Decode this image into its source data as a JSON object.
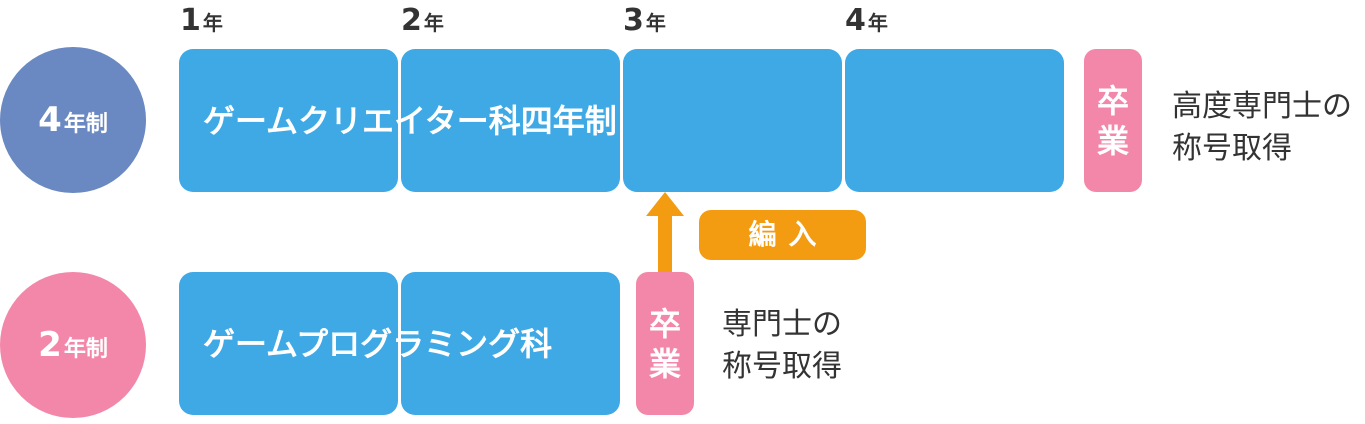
{
  "years": [
    {
      "num": "1",
      "kanji": "年"
    },
    {
      "num": "2",
      "kanji": "年"
    },
    {
      "num": "3",
      "kanji": "年"
    },
    {
      "num": "4",
      "kanji": "年"
    }
  ],
  "four_year": {
    "badge_num": "4",
    "badge_kanji": "年制",
    "course": "ゲームクリエイター科四年制",
    "grad_top": "卒",
    "grad_bottom": "業",
    "qualification_line1": "高度専門士の",
    "qualification_line2": "称号取得"
  },
  "two_year": {
    "badge_num": "2",
    "badge_kanji": "年制",
    "course": "ゲームプログラミング科",
    "grad_top": "卒",
    "grad_bottom": "業",
    "qualification_line1": "専門士の",
    "qualification_line2": "称号取得"
  },
  "transfer": {
    "label": "編入"
  },
  "colors": {
    "course_block": "#3fa9e6",
    "four_year_badge": "#6a89c2",
    "two_year_badge": "#f387a9",
    "graduation": "#f387a9",
    "transfer": "#f39c12"
  }
}
